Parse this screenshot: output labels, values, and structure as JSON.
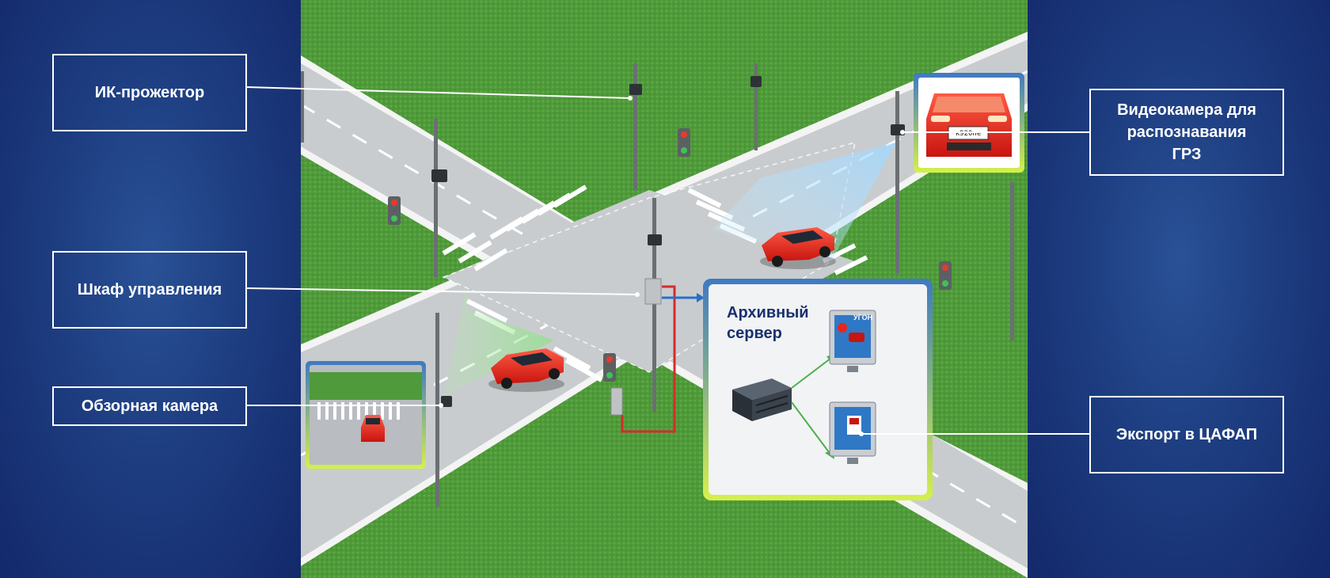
{
  "labels": {
    "ir_projector": "ИК-прожектор",
    "control_cabinet": "Шкаф управления",
    "overview_camera": "Обзорная камера",
    "plate_camera": "Видеокамера для\nраспознавания\nГРЗ",
    "export": "Экспорт в ЦАФАП"
  },
  "server": {
    "title": "Архивный\nсервер",
    "monitor_badge": "УГОН"
  },
  "plate": {
    "number": "к920пе"
  },
  "colors": {
    "panel_blue": "#1d3d80",
    "grass": "#4f9a3a",
    "road": "#c9ccce",
    "car": "#e8241e",
    "cable_red": "#d62c2c",
    "cable_blue": "#2a6fc9",
    "accent_blue": "#3e79c2",
    "accent_lime": "#d6f04a"
  }
}
